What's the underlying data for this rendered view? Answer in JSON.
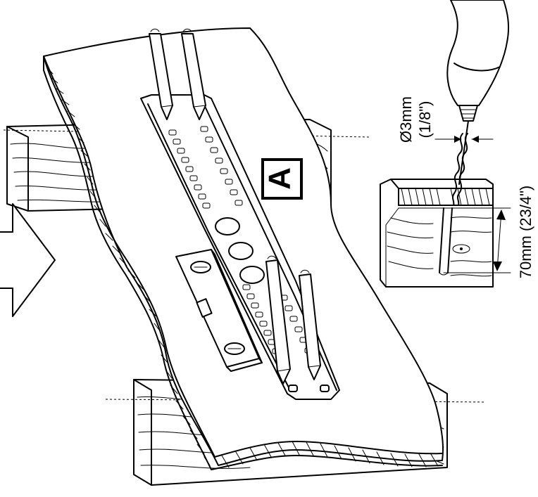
{
  "labels": {
    "bracket_marker": "A",
    "drill_diameter": "Ø3mm",
    "drill_diameter_imperial": "(1/8\")",
    "drill_depth": "70mm (23/4\")"
  },
  "colors": {
    "ink": "#000000",
    "paper": "#ffffff"
  },
  "icons": [
    "drill-icon",
    "spirit-level-icon",
    "arrow-right-icon",
    "pencil-icon",
    "wood-beam-icon",
    "mounting-rail-icon"
  ]
}
